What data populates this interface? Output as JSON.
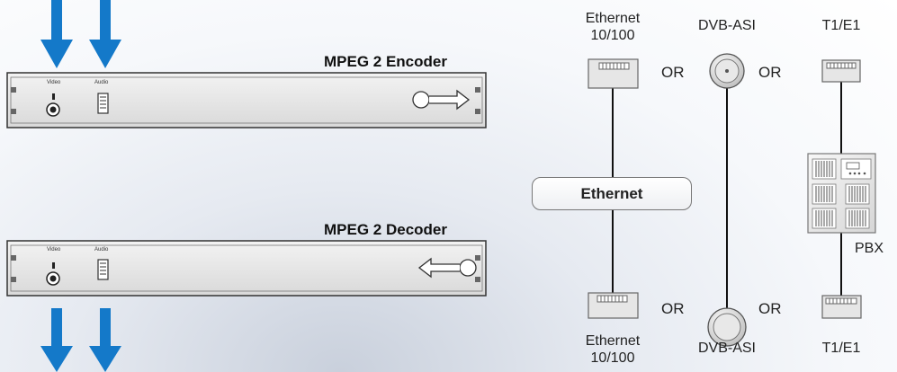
{
  "encoder": {
    "title": "MPEG 2 Encoder",
    "video_label": "Video",
    "audio_label": "Audio"
  },
  "decoder": {
    "title": "MPEG 2 Decoder",
    "video_label": "Video",
    "audio_label": "Audio"
  },
  "top": {
    "ethernet_label": "Ethernet\n10/100",
    "dvb_label": "DVB-ASI",
    "t1e1_label": "T1/E1",
    "or_1": "OR",
    "or_2": "OR"
  },
  "bottom": {
    "ethernet_label": "Ethernet\n10/100",
    "dvb_label": "DVB-ASI",
    "t1e1_label": "T1/E1",
    "or_1": "OR",
    "or_2": "OR"
  },
  "network": {
    "ethernet_box": "Ethernet",
    "pbx_label": "PBX"
  },
  "colors": {
    "arrow": "#1479c9",
    "device_fill": "#e9e9e9",
    "line": "#111111"
  }
}
